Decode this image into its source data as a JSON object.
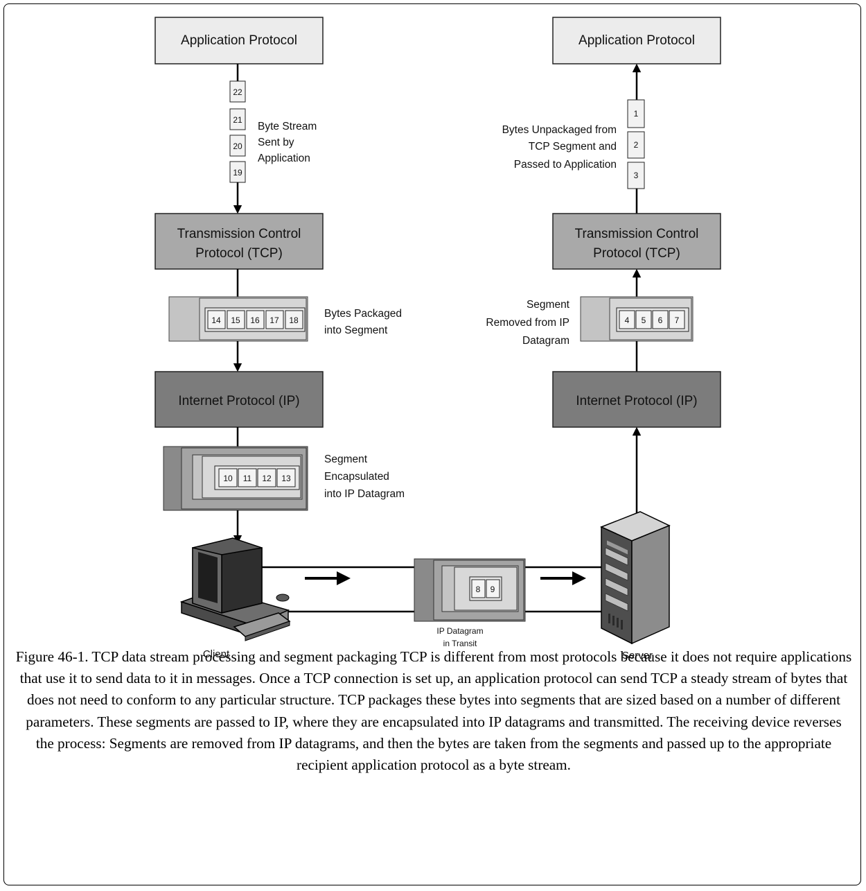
{
  "left": {
    "app_protocol": "Application Protocol",
    "tcp_line1": "Transmission Control",
    "tcp_line2": "Protocol (TCP)",
    "ip": "Internet Protocol (IP)",
    "stream_bytes": [
      "22",
      "21",
      "20",
      "19"
    ],
    "stream_note": [
      "Byte Stream",
      "Sent by",
      "Application"
    ],
    "segment_bytes": [
      "14",
      "15",
      "16",
      "17",
      "18"
    ],
    "segment_note": [
      "Bytes Packaged",
      "into Segment"
    ],
    "datagram_bytes": [
      "10",
      "11",
      "12",
      "13"
    ],
    "datagram_note": [
      "Segment",
      "Encapsulated",
      "into IP Datagram"
    ]
  },
  "right": {
    "app_protocol": "Application Protocol",
    "tcp_line1": "Transmission Control",
    "tcp_line2": "Protocol (TCP)",
    "ip": "Internet Protocol (IP)",
    "stream_bytes": [
      "1",
      "2",
      "3"
    ],
    "stream_note": [
      "Bytes Unpackaged from",
      "TCP Segment and",
      "Passed to Application"
    ],
    "segment_bytes": [
      "4",
      "5",
      "6",
      "7"
    ],
    "segment_note": [
      "Segment",
      "Removed from IP",
      "Datagram"
    ]
  },
  "transit": {
    "bytes": [
      "8",
      "9"
    ],
    "label_line1": "IP Datagram",
    "label_line2": "in Transit"
  },
  "devices": {
    "client": "Client",
    "server": "Server"
  },
  "caption": "Figure 46-1. TCP data stream processing and segment packaging TCP is different from most protocols because it does not require applications that use it to send data to it in messages. Once a TCP connection is set up, an application protocol can send TCP a steady stream of bytes that does not need to conform to any particular structure. TCP packages these bytes into segments that are sized based on a number of different parameters. These segments are passed to IP, where they are encapsulated into IP datagrams and transmitted. The receiving device reverses the process: Segments are removed from IP datagrams, and then the bytes are taken from the segments and passed up to the appropriate recipient application protocol as a byte stream.",
  "colors": {
    "app_box": "#ececec",
    "tcp_box": "#a9a9a9",
    "ip_box": "#7c7c7c",
    "segment_outer": "#c4c4c4",
    "datagram_outer": "#8a8a8a"
  }
}
